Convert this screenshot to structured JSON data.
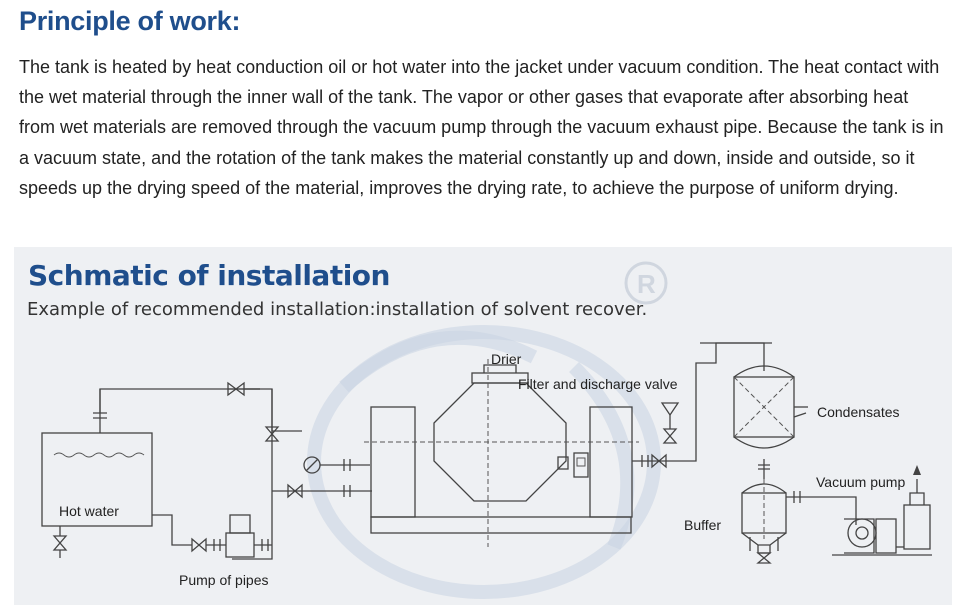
{
  "section": {
    "heading": "Principle of work:",
    "paragraph": "The tank is heated by heat conduction oil or hot water into the jacket under vacuum condition. The heat contact with the wet material through the inner wall of the tank. The vapor or other gases that evaporate after absorbing heat from wet materials are removed through the vacuum pump through the vacuum exhaust pipe. Because the tank is in a vacuum state, and the rotation of the tank makes the material constantly up and down, inside and outside, so it speeds up the drying speed of the material, improves the drying rate, to achieve the purpose of uniform drying."
  },
  "figure": {
    "title": "Schmatic of installation",
    "subtitle": "Example of recommended installation:installation of solvent recover.",
    "watermark": "R",
    "labels": {
      "drier": "Drier",
      "filter_valve": "Filter and discharge valve",
      "condensates": "Condensates",
      "vacuum_pump": "Vacuum pump",
      "buffer": "Buffer",
      "hot_water": "Hot water",
      "pump_of_pipes": "Pump of pipes"
    }
  }
}
